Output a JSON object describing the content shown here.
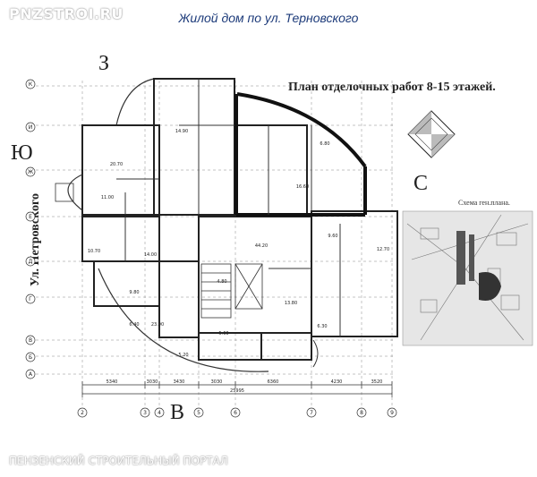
{
  "watermarks": {
    "top": "PNZSTROI.RU",
    "bottom": "ПЕНЗЕНСКИЙ СТРОИТЕЛЬНЫЙ ПОРТАЛ"
  },
  "caption": "Жилой дом по ул. Терновского",
  "plan_title": "План отделочных работ 8-15 этажей.",
  "compass": {
    "north": "З",
    "west": "Ю",
    "east": "С",
    "south": "В"
  },
  "street_label": "Ул. Петровского",
  "scheme_label": "Схема ген.плана.",
  "axis_rows": [
    "К",
    "И",
    "Ж",
    "Е",
    "Д",
    "Г",
    "В",
    "Б",
    "А"
  ],
  "axis_cols": [
    "2",
    "3",
    "4",
    "5",
    "6",
    "7",
    "8",
    "9"
  ],
  "dimensions": [
    "5340",
    "3030",
    "3430",
    "3030",
    "6360",
    "4230",
    "3520",
    "25995"
  ],
  "room_areas": [
    "20.70",
    "11.00",
    "10.70",
    "14.00",
    "9.80",
    "6.40",
    "23.90",
    "5.60",
    "44.20",
    "13.80",
    "6.80",
    "16.60",
    "12.70",
    "9.60",
    "5.20",
    "4.80",
    "14.90",
    "6.30"
  ]
}
